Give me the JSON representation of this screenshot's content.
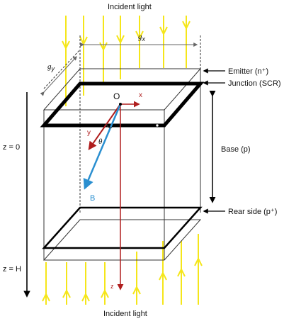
{
  "title_top": "Incident light",
  "title_bottom": "Incident light",
  "labels": {
    "gx": "g",
    "gx_sub": "x",
    "gy": "g",
    "gy_sub": "y",
    "emitter": "Emitter (n⁺)",
    "junction": "Junction (SCR)",
    "base": "Base (p)",
    "rear": "Rear side (p⁺)",
    "z0": "z = 0",
    "zH": "z = H",
    "origin": "O",
    "x_axis": "x",
    "y_axis": "y",
    "z_axis": "z",
    "theta": "θ",
    "B": "B"
  },
  "colors": {
    "light": "#f5e61a",
    "box": "#333333",
    "axis_red": "#b01e1e",
    "axis_blue": "#2a8fd0",
    "junction": "#000000"
  }
}
